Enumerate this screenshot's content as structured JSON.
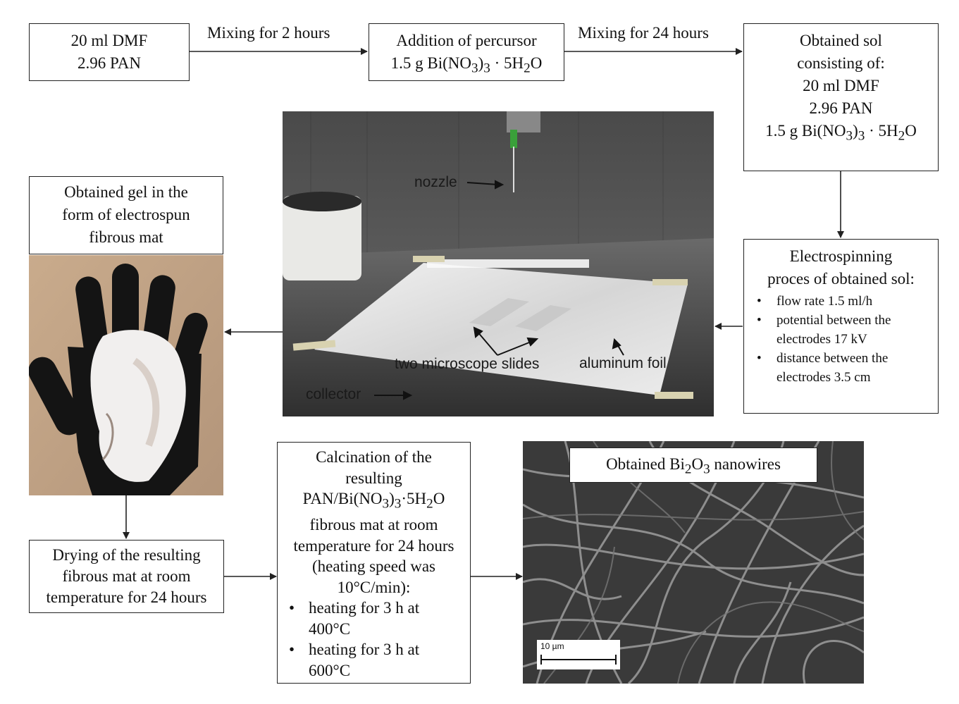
{
  "steps": {
    "start": {
      "line1": "20 ml DMF",
      "line2": "2.96 PAN"
    },
    "mix1_label": "Mixing for 2 hours",
    "addition": {
      "line1": "Addition of percursor",
      "line2_pre": "1.5 g Bi(NO",
      "sub3": "3",
      "line2_mid": ")",
      "sub3b": "3",
      "line2_post": " · 5H",
      "sub2": "2",
      "line2_end": "O"
    },
    "mix2_label": "Mixing for 24 hours",
    "sol": {
      "line1": "Obtained sol",
      "line2": "consisting of:",
      "line3": "20 ml DMF",
      "line4": "2.96 PAN",
      "line5_pre": "1.5 g Bi(NO",
      "sub3": "3",
      "line5_mid": ")",
      "sub3b": "3",
      "line5_post": " · 5H",
      "sub2": "2",
      "line5_end": "O"
    },
    "electrospinning": {
      "line1": "Electrospinning",
      "line2": "proces of obtained sol:",
      "bullets": [
        "flow rate 1.5 ml/h",
        "potential between the electrodes 17 kV",
        "distance between the electrodes 3.5 cm"
      ]
    },
    "gel": {
      "line1": "Obtained gel in the",
      "line2": "form of electrospun",
      "line3": "fibrous mat"
    },
    "drying": {
      "line1": "Drying of the resulting",
      "line2": "fibrous mat at room",
      "line3": "temperature for 24 hours"
    },
    "calcination": {
      "line1": "Calcination of the",
      "line2": "resulting",
      "line3_pre": "PAN/Bi(NO",
      "sub3": "3",
      "line3_mid": ")",
      "sub3b": "3",
      "line3_post": "·5H",
      "sub2": "2",
      "line3_end": "O",
      "line4": "fibrous mat at room",
      "line5": "temperature for 24 hours",
      "line6": "(heating speed was",
      "line7": "10°C/min):",
      "bullets": [
        "heating for 3 h at 400°C",
        "heating for 3 h at 600°C"
      ]
    },
    "nanowires": {
      "pre": "Obtained Bi",
      "sub2": "2",
      "mid": "O",
      "sub3": "3",
      "post": " nanowires"
    }
  },
  "photo_labels": {
    "nozzle": "nozzle",
    "slides": "two microscope slides",
    "foil": "aluminum foil",
    "collector": "collector"
  },
  "sem": {
    "scale_bar": "10 µm"
  },
  "colors": {
    "line": "#222222",
    "glove": "#141414",
    "sem_bg": "#3a3a3a",
    "foil": "#dcdcdc"
  }
}
